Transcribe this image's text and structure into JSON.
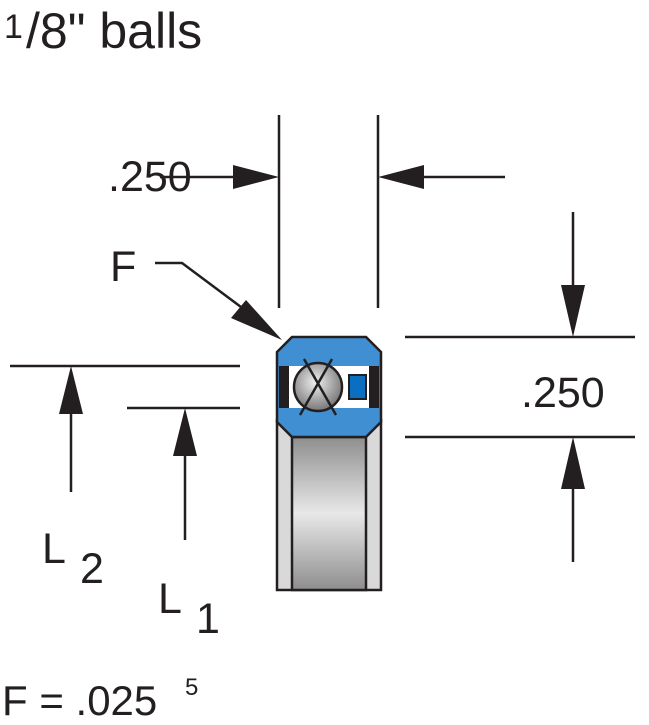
{
  "title": {
    "numerator": "1",
    "rest": "/8\" balls"
  },
  "dimensions": {
    "width": ".250",
    "height": ".250"
  },
  "labels": {
    "f": "F",
    "l2_letter": "L",
    "l2_sub": "2",
    "l1_letter": "L",
    "l1_sub": "1"
  },
  "footer": {
    "formula": "F = .025",
    "superscript": "5"
  },
  "colors": {
    "seal_blue": "#3f8fd2",
    "spacer_blue": "#0a6fc0",
    "line": "#231f20"
  }
}
